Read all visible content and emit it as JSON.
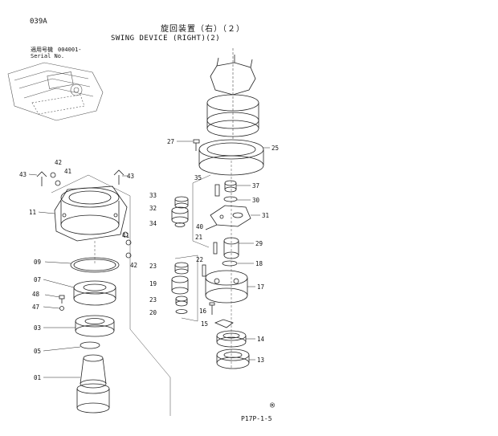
{
  "header": {
    "page_code": "039A",
    "title_jp": "旋回装置（右）（２）",
    "title_en": "SWING DEVICE (RIGHT)(2)",
    "serial_label_jp": "適用号機",
    "serial_value": "004001-",
    "serial_label_en": "Serial No."
  },
  "footer": {
    "doc_code": "P17P-1-5",
    "corner_mark": "®"
  },
  "parts": [
    {
      "num": "01"
    },
    {
      "num": "03"
    },
    {
      "num": "05"
    },
    {
      "num": "07"
    },
    {
      "num": "09"
    },
    {
      "num": "11"
    },
    {
      "num": "13"
    },
    {
      "num": "14"
    },
    {
      "num": "15"
    },
    {
      "num": "16"
    },
    {
      "num": "17"
    },
    {
      "num": "18"
    },
    {
      "num": "19"
    },
    {
      "num": "20"
    },
    {
      "num": "21"
    },
    {
      "num": "22"
    },
    {
      "num": "23"
    },
    {
      "num": "23"
    },
    {
      "num": "25"
    },
    {
      "num": "27"
    },
    {
      "num": "29"
    },
    {
      "num": "30"
    },
    {
      "num": "31"
    },
    {
      "num": "32"
    },
    {
      "num": "33"
    },
    {
      "num": "34"
    },
    {
      "num": "35"
    },
    {
      "num": "37"
    },
    {
      "num": "40"
    },
    {
      "num": "41"
    },
    {
      "num": "41"
    },
    {
      "num": "42"
    },
    {
      "num": "42"
    },
    {
      "num": "43"
    },
    {
      "num": "43"
    },
    {
      "num": "47"
    },
    {
      "num": "48"
    }
  ]
}
